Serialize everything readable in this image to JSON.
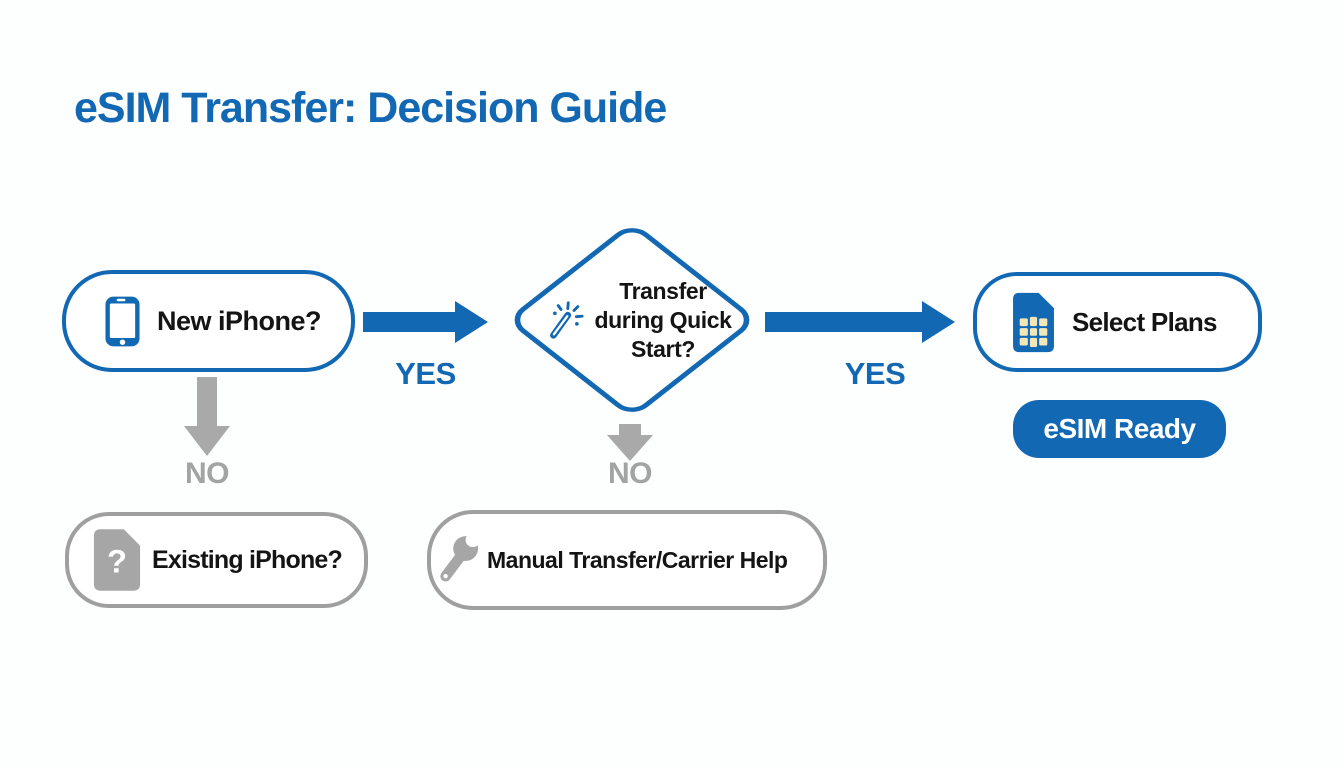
{
  "title": "eSIM Transfer: Decision Guide",
  "colors": {
    "primary_blue": "#1268b3",
    "arrow_gray": "#a9a9a9",
    "border_gray": "#9f9f9f",
    "label_gray": "#a3a3a3",
    "text_black": "#141414",
    "sim_contact_gold": "#f3e7b9",
    "background": "#fdfefe"
  },
  "flowchart": {
    "nodes": {
      "new_iphone": {
        "label": "New iPhone?",
        "icon": "smartphone-icon"
      },
      "quick_start": {
        "lines": [
          "Transfer",
          "during Quick",
          "Start?"
        ],
        "icon": "magic-wand-icon"
      },
      "select_plans": {
        "label": "Select Plans",
        "icon": "sim-card-icon"
      },
      "esim_ready": {
        "label": "eSIM Ready"
      },
      "existing_iphone": {
        "label": "Existing iPhone?",
        "icon": "sim-card-question-icon"
      },
      "manual_transfer": {
        "label": "Manual Transfer/Carrier Help",
        "icon": "wrench-icon"
      }
    },
    "edges": {
      "new_to_quickstart": {
        "label": "YES"
      },
      "quickstart_to_plans": {
        "label": "YES"
      },
      "new_to_existing": {
        "label": "NO"
      },
      "quickstart_to_manual": {
        "label": "NO"
      }
    }
  }
}
